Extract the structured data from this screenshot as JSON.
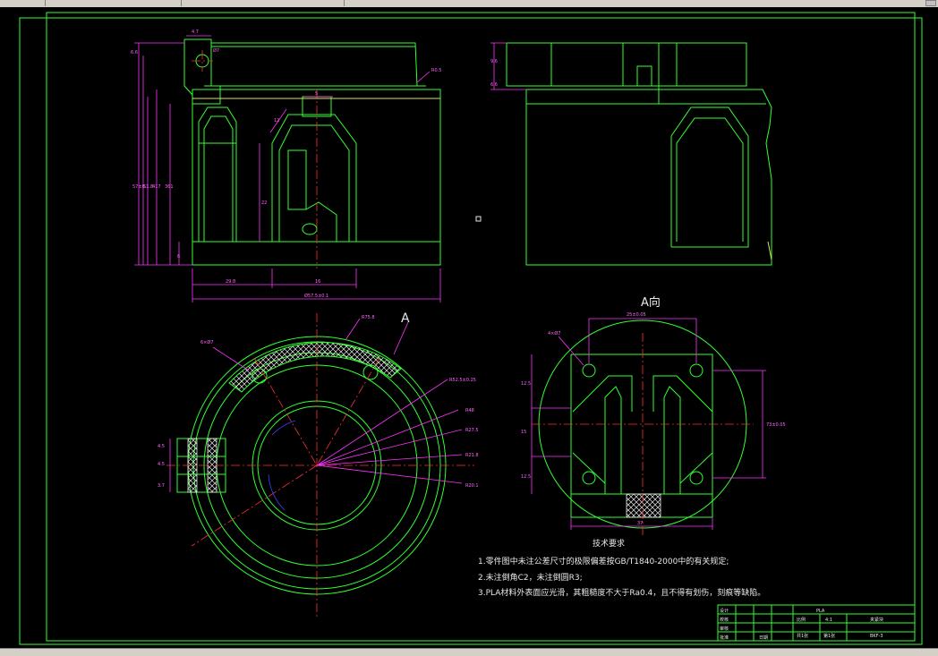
{
  "view_labels": {
    "view_a": "A向",
    "section_a": "A"
  },
  "tech_requirements": {
    "title": "技术要求",
    "items": [
      "1.零件图中未注公差尺寸的极限偏差按GB/T1840-2000中的有关规定;",
      "2.未注倒角C2，未注倒圆R3;",
      "3.PLA材料外表面应光滑，其粗糙度不大于Ra0.4，且不得有划伤，刻痕等缺陷。"
    ]
  },
  "title_block": {
    "material": "PLA",
    "scale_label": "比例",
    "scale": "4:1",
    "sheet": "第1张",
    "sheets": "共1张",
    "drawing_no": "BKF-3",
    "name": "夹紧块",
    "row_labels": [
      "设计",
      "校核",
      "审核",
      "批准"
    ],
    "date_label": "日期"
  },
  "dimensions": {
    "front": [
      "4.7",
      "Ø7",
      "6.6",
      "R0.5",
      "5",
      "12",
      "22",
      "361",
      "417",
      "51.8",
      "57±0.1",
      "6",
      "29.8",
      "16",
      "Ø57.5±0.1"
    ],
    "side": [
      "9.6",
      "6.6"
    ],
    "circle": [
      "R75.8",
      "6×Ø7",
      "R52.5±0.25",
      "R48",
      "R27.5",
      "R21.8",
      "R20.1",
      "4.5",
      "4.5",
      "3.7"
    ],
    "view_a": [
      "25±0.05",
      "4×Ø7",
      "12.5",
      "15",
      "12.5",
      "73±0.05",
      "37"
    ]
  }
}
